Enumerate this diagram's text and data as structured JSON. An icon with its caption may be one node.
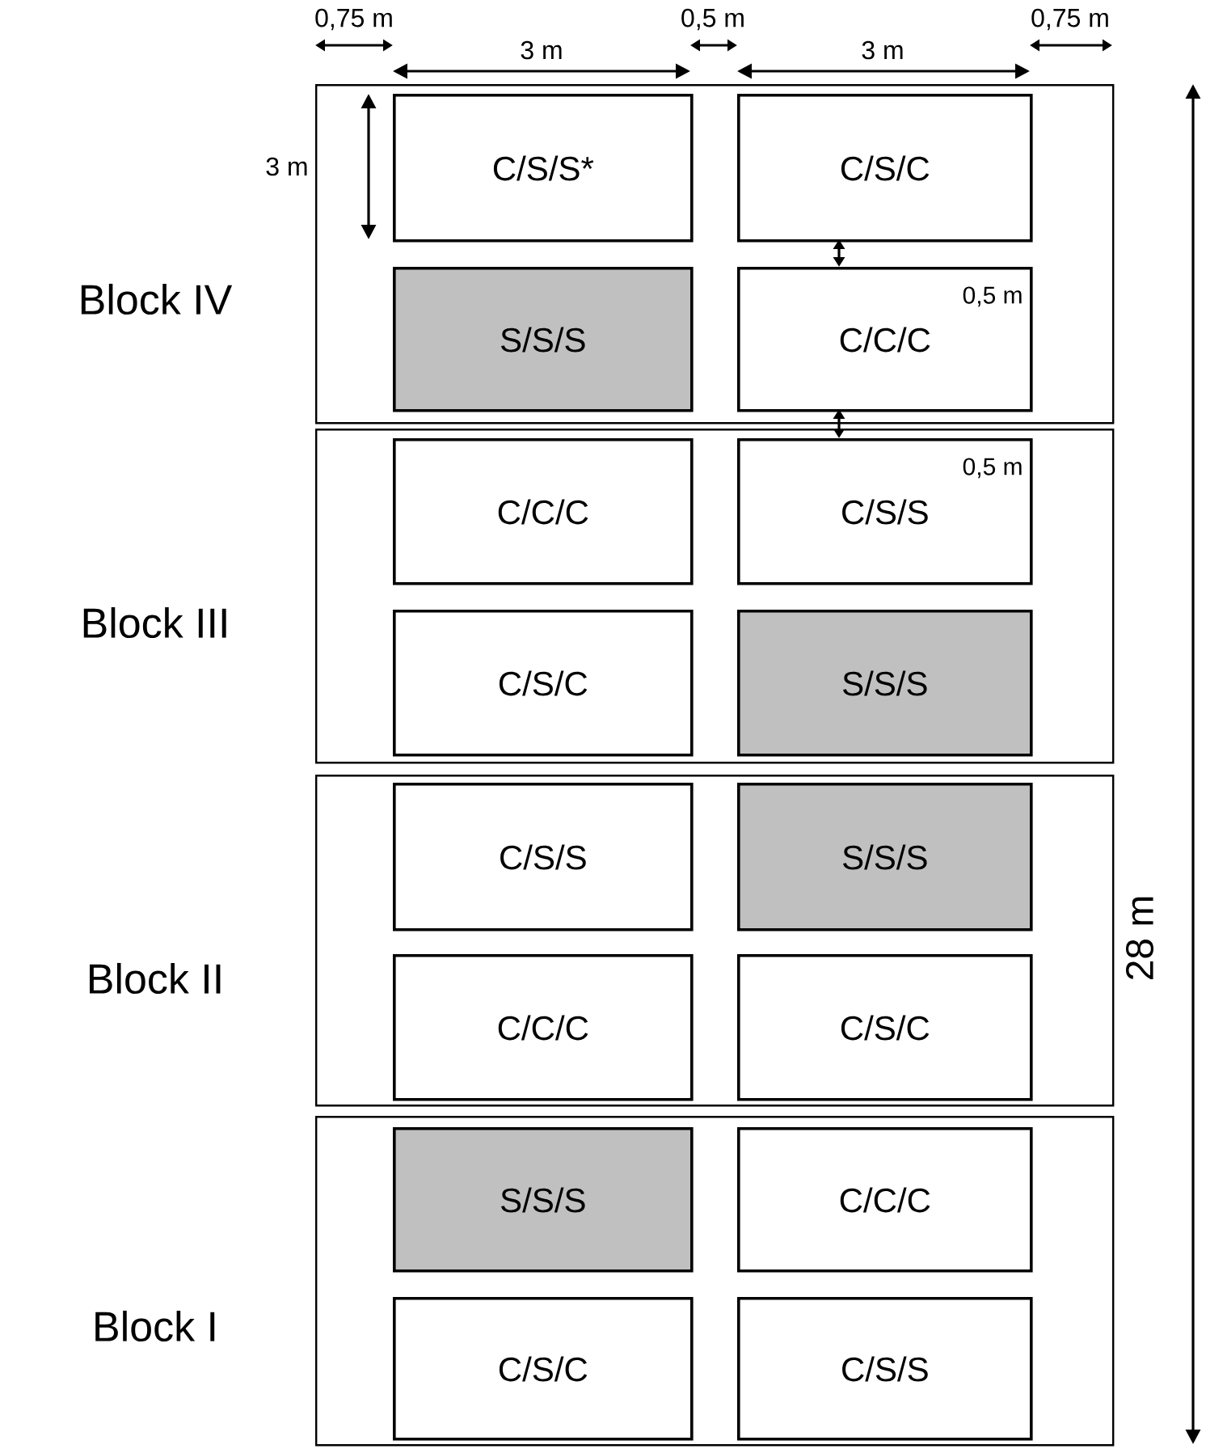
{
  "diagram": {
    "nodes": [
      {
        "text": [
          "Block IV"
        ]
      },
      {
        "text": [
          "C/S/S*"
        ],
        "in": 0
      },
      {
        "text": [
          "C/S/C"
        ],
        "in": 0
      },
      {
        "text": [
          "S/S/S"
        ],
        "in": 0
      },
      {
        "text": [
          "C/C/C"
        ],
        "in": 0
      },
      {
        "text": [
          "Block III"
        ]
      },
      {
        "text": [
          "C/C/C"
        ],
        "in": 5
      },
      {
        "text": [
          "C/S/S"
        ],
        "in": 5
      },
      {
        "text": [
          "C/S/C"
        ],
        "in": 5
      },
      {
        "text": [
          "S/S/S"
        ],
        "in": 5
      },
      {
        "text": [
          "Block II"
        ]
      },
      {
        "text": [
          "C/S/S"
        ],
        "in": 10
      },
      {
        "text": [
          "S/S/S"
        ],
        "in": 10
      },
      {
        "text": [
          "C/C/C"
        ],
        "in": 10
      },
      {
        "text": [
          "C/S/C"
        ],
        "in": 10
      },
      {
        "text": [
          "Block I"
        ]
      },
      {
        "text": [
          "S/S/S"
        ],
        "in": 15
      },
      {
        "text": [
          "C/C/C"
        ],
        "in": 15
      },
      {
        "text": [
          "C/S/C"
        ],
        "in": 15
      },
      {
        "text": [
          "C/S/S"
        ],
        "in": 15
      }
    ],
    "labels": [
      "0,75 m",
      "0,5 m",
      "0,75 m",
      "3 m",
      "3 m",
      "3 m",
      "0,5 m",
      "0,5 m",
      "28 m"
    ]
  }
}
